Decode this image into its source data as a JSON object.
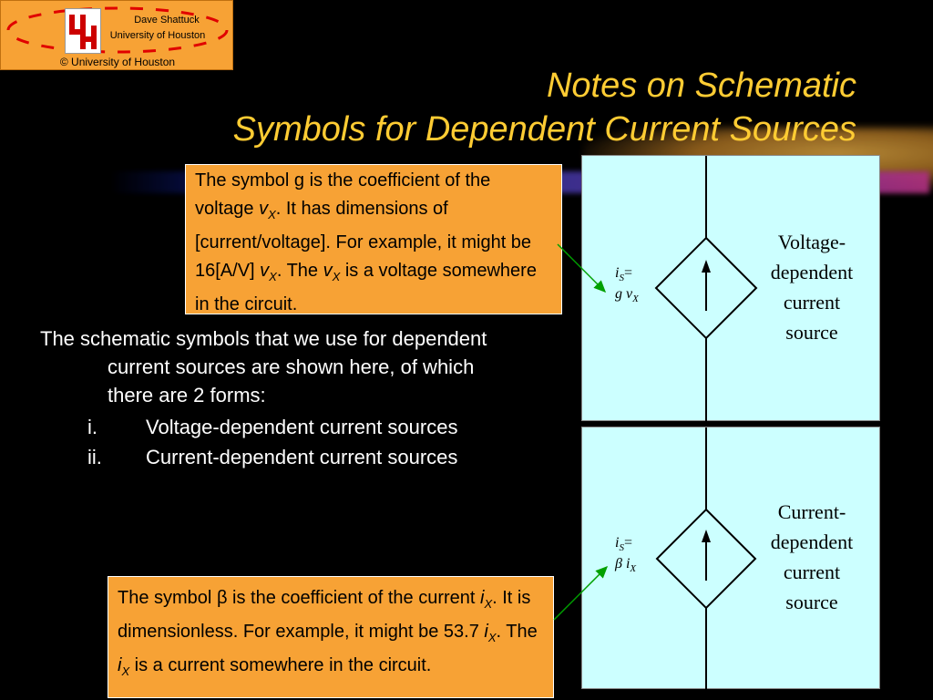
{
  "branding": {
    "author_name": "Dave Shattuck",
    "author_affiliation": "University of Houston",
    "copyright": "© University of Houston"
  },
  "title": {
    "line1": "Notes on Schematic",
    "line2": "Symbols for Dependent Current Sources"
  },
  "callout_g": {
    "t1": "The symbol g is the coefficient of the voltage ",
    "v1": "v",
    "s1": "X",
    "t2": ". It has dimensions of [current/voltage]. For example, it might be 16[A/V] ",
    "v2": "v",
    "s2": "X",
    "t3": ".  The ",
    "v3": "v",
    "s3": "X",
    "t4": " is a voltage somewhere in the circuit."
  },
  "callout_beta": {
    "t1": "The symbol ",
    "beta": "β",
    "t2": " is the coefficient of the current ",
    "v1": "i",
    "s1": "X",
    "t3": ". It is dimensionless. For example, it might be 53.7 ",
    "v2": "i",
    "s2": "X",
    "t4": ".  The ",
    "v3": "i",
    "s3": "X",
    "t5": " is a current somewhere in the circuit."
  },
  "main": {
    "intro": "The schematic symbols that we use for dependent current sources are shown here, of which there are 2 forms:",
    "items": [
      {
        "num": "i.",
        "text": "Voltage-dependent current sources"
      },
      {
        "num": "ii.",
        "text": "Current-dependent current sources"
      }
    ]
  },
  "schematic_top": {
    "label_lines": [
      "Voltage-",
      "dependent",
      "current",
      "source"
    ],
    "eq_lhs": "i",
    "eq_lhs_sub": "S",
    "eq_sign": "=",
    "eq_coef": "g",
    "eq_var": "v",
    "eq_var_sub": "X"
  },
  "schematic_bottom": {
    "label_lines": [
      "Current-",
      "dependent",
      "current",
      "source"
    ],
    "eq_lhs": "i",
    "eq_lhs_sub": "S",
    "eq_sign": "=",
    "eq_coef": "β",
    "eq_var": "i",
    "eq_var_sub": "X"
  },
  "colors": {
    "background": "#000000",
    "title": "#ffcc33",
    "callout_fill": "#f7a235",
    "panel_fill": "#ccffff",
    "pointer_arrow": "#00a000"
  }
}
